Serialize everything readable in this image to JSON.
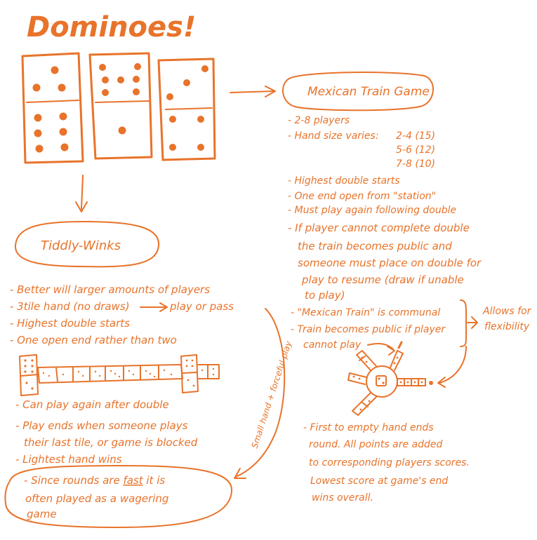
{
  "colors": {
    "ink": "#e8732a",
    "background": "#ffffff"
  },
  "title": "Dominoes!",
  "mexican_train": {
    "heading": "Mexican Train Game",
    "players": "- 2-8 players",
    "hand_size_label": "- Hand size varies:",
    "hand_sizes": [
      "2-4 (15)",
      "5-6 (12)",
      "7-8 (10)"
    ],
    "rules": [
      "- Highest double starts",
      "- One end open from \"station\"",
      "- Must play again following double",
      "- If player cannot complete double",
      "the train becomes public and",
      "someone must place on double for",
      "play to resume (draw if unable",
      "to play)",
      "- \"Mexican Train\" is communal",
      "- Train becomes public if player",
      "cannot play"
    ],
    "bracket_note": [
      "Allows for",
      "flexibility"
    ],
    "scoring": [
      "- First to empty hand ends",
      "round. All points are added",
      "to corresponding players scores.",
      "Lowest score at game's end",
      "wins overall."
    ]
  },
  "tiddly_winks": {
    "heading": "Tiddly-Winks",
    "rules": [
      "- Better will larger amounts of players",
      "- 3tile hand (no draws)",
      "- Highest double starts",
      "- One open end rather than two",
      "- Can play again after double",
      "- Play ends when someone plays",
      "their last tile, or game is blocked",
      "- Lightest hand wins"
    ],
    "play_or_pass": "play or pass",
    "arrow_note": "Small hand + forceful play",
    "wager_note": {
      "pre": "- Since rounds are ",
      "emphasis": "fast",
      "post": " it is",
      "line2": "often played as a wagering",
      "line3": "game"
    }
  }
}
